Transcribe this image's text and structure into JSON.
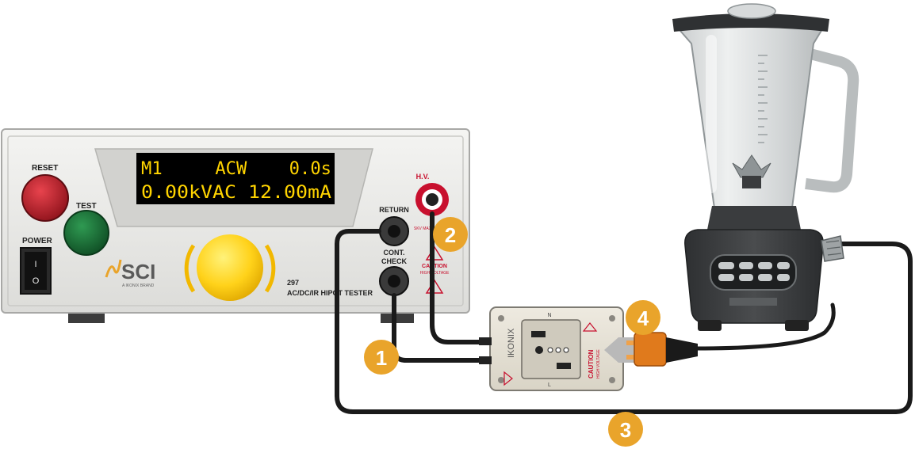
{
  "tester": {
    "reset_label": "RESET",
    "test_label": "TEST",
    "power_label": "POWER",
    "power_on_symbol": "I",
    "power_off_symbol": "O",
    "display_line1": "M1     ACW    0.0s",
    "display_line2": "0.00kVAC 12.00mA",
    "brand": "SCI",
    "brand_tagline": "A IKONIX BRAND",
    "model_number": "297",
    "model_name": "AC/DC/IR HIPOT TESTER",
    "hv_label": "H.V.",
    "hv_sub": "SKV MAX",
    "return_label": "RETURN",
    "cont_label_1": "CONT.",
    "cont_label_2": "CHECK",
    "caution_label": "CAUTION",
    "high_voltage_label": "HIGH VOLTAGE"
  },
  "adapter": {
    "brand": "IKONIX",
    "caution_label": "CAUTION",
    "high_voltage_label": "HIGH VOLTAGE",
    "n_mark": "N",
    "l_mark": "L"
  },
  "callouts": [
    "1",
    "2",
    "3",
    "4"
  ],
  "colors": {
    "callout": "#e9a42b",
    "chassis": "#e8e8e6",
    "display_bg": "#000000",
    "display_text": "#ffd400",
    "reset_button": "#c41e2b",
    "test_button": "#1e7a3a",
    "hv_ring": "#c8102e",
    "knob": "#ffd21a",
    "cable": "#1a1a1a",
    "blender_base": "#3a3c3e",
    "plug": "#e07a1c"
  },
  "icons": {
    "warning": "warning-triangle-icon",
    "brand_mark": "sci-wave-logo-icon"
  }
}
